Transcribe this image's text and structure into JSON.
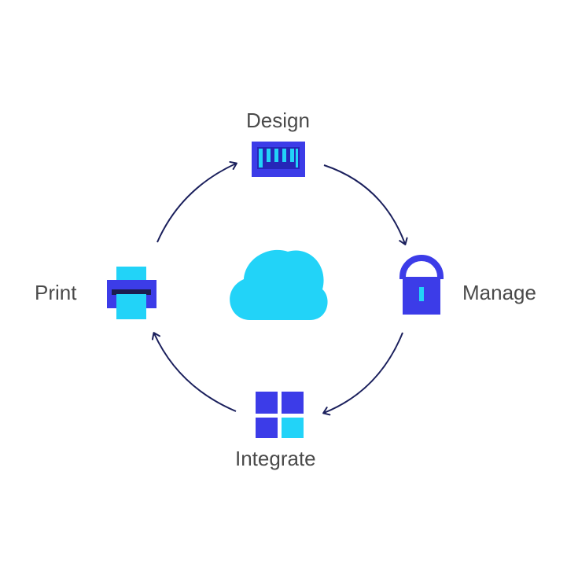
{
  "cycle": {
    "steps": [
      {
        "id": "design",
        "label": "Design",
        "icon": "barcode-icon"
      },
      {
        "id": "manage",
        "label": "Manage",
        "icon": "padlock-icon"
      },
      {
        "id": "integrate",
        "label": "Integrate",
        "icon": "grid-icon"
      },
      {
        "id": "print",
        "label": "Print",
        "icon": "printer-icon"
      }
    ],
    "center_icon": "cloud-icon",
    "flow": "clockwise"
  },
  "colors": {
    "primary_blue": "#3c3ce8",
    "accent_cyan": "#22d3f8",
    "arrow": "#1a1f5c",
    "label_text": "#4a4a4a",
    "dark_slot": "#1b1d4f"
  }
}
